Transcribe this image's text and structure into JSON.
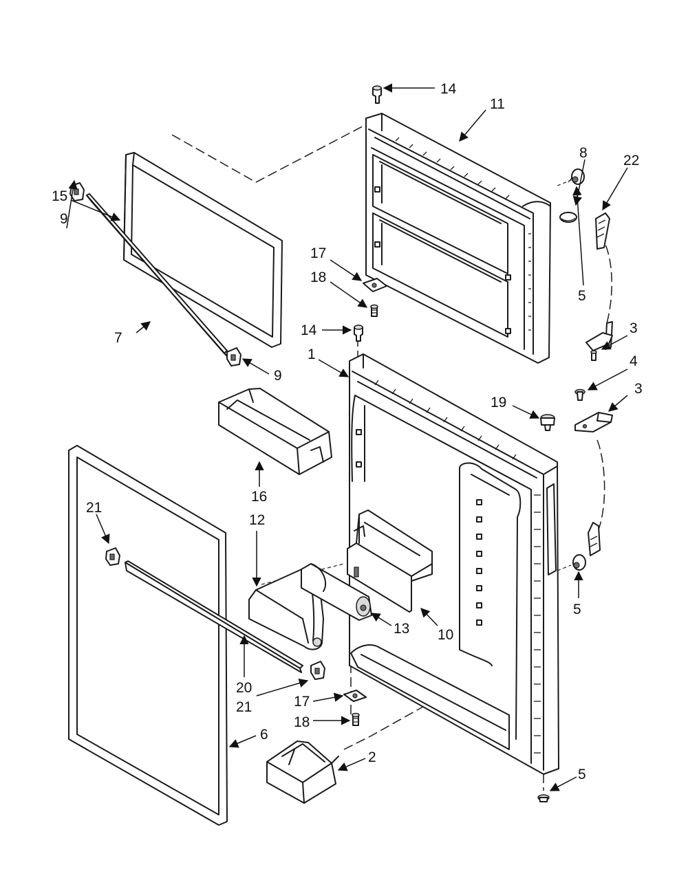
{
  "callouts": [
    {
      "id": "c14a",
      "label": "14"
    },
    {
      "id": "c11",
      "label": "11"
    },
    {
      "id": "c8",
      "label": "8"
    },
    {
      "id": "c22",
      "label": "22"
    },
    {
      "id": "c15",
      "label": "15"
    },
    {
      "id": "c9a",
      "label": "9"
    },
    {
      "id": "c17a",
      "label": "17"
    },
    {
      "id": "c18a",
      "label": "18"
    },
    {
      "id": "c5a",
      "label": "5"
    },
    {
      "id": "c14b",
      "label": "14"
    },
    {
      "id": "c3a",
      "label": "3"
    },
    {
      "id": "c7",
      "label": "7"
    },
    {
      "id": "c9b",
      "label": "9"
    },
    {
      "id": "c1",
      "label": "1"
    },
    {
      "id": "c4",
      "label": "4"
    },
    {
      "id": "c3b",
      "label": "3"
    },
    {
      "id": "c19",
      "label": "19"
    },
    {
      "id": "c16",
      "label": "16"
    },
    {
      "id": "c21a",
      "label": "21"
    },
    {
      "id": "c12",
      "label": "12"
    },
    {
      "id": "c5b",
      "label": "5"
    },
    {
      "id": "c13",
      "label": "13"
    },
    {
      "id": "c10",
      "label": "10"
    },
    {
      "id": "c20",
      "label": "20"
    },
    {
      "id": "c21b",
      "label": "21"
    },
    {
      "id": "c17b",
      "label": "17"
    },
    {
      "id": "c18b",
      "label": "18"
    },
    {
      "id": "c6",
      "label": "6"
    },
    {
      "id": "c2",
      "label": "2"
    },
    {
      "id": "c5c",
      "label": "5"
    }
  ]
}
